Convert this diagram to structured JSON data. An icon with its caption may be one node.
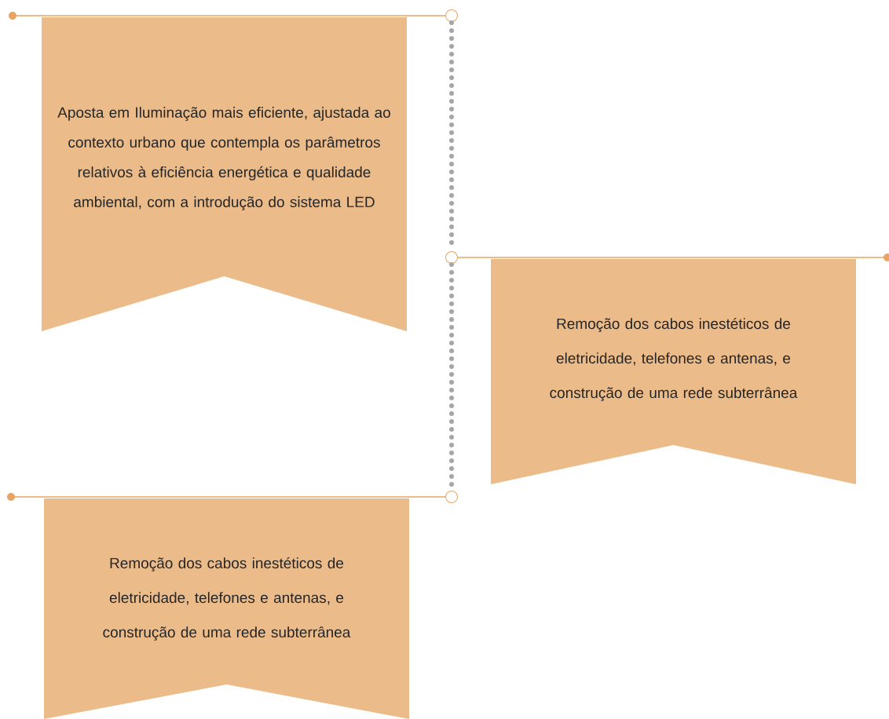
{
  "diagram": {
    "nodes": [
      {
        "text": [
          "Aposta em Iluminação mais eficiente, ajustada ao contexto urbano que contempla os parâmetros relativos à eficiência energética e qualidade ambiental, com a introdução do sistema LED"
        ]
      },
      {
        "text": [
          "Remoção dos cabos inestéticos de eletricidade, telefones e antenas, e construção de uma rede subterrânea"
        ]
      },
      {
        "text": [
          "Remoção dos cabos inestéticos de eletricidade, telefones e antenas, e construção de uma rede subterrânea"
        ]
      },
      {
        "text": [],
        "shape": "circle"
      },
      {
        "text": [],
        "shape": "circle"
      },
      {
        "text": [],
        "shape": "circle"
      }
    ],
    "edges": [
      {
        "from": 3,
        "to": 4,
        "arrow": "none",
        "style": "dashed",
        "color": "#a6a6a6"
      },
      {
        "from": 4,
        "to": 5,
        "arrow": "none",
        "style": "dashed",
        "color": "#a6a6a6"
      }
    ]
  }
}
